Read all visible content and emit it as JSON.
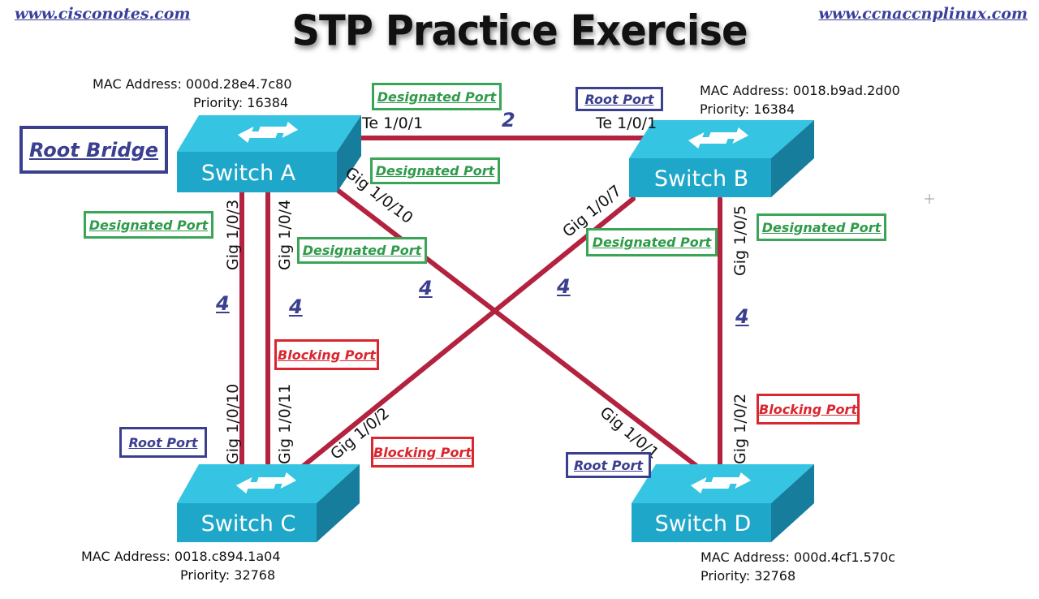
{
  "header": {
    "left_link": "www.cisconotes.com",
    "right_link": "www.ccnaccnplinux.com",
    "title": "STP Practice Exercise"
  },
  "switches": {
    "a": {
      "name": "Switch A",
      "mac": "MAC Address: 000d.28e4.7c80",
      "priority": "Priority: 16384"
    },
    "b": {
      "name": "Switch B",
      "mac": "MAC Address: 0018.b9ad.2d00",
      "priority": "Priority: 16384"
    },
    "c": {
      "name": "Switch C",
      "mac": "MAC Address: 0018.c894.1a04",
      "priority": "Priority: 32768"
    },
    "d": {
      "name": "Switch D",
      "mac": "MAC Address: 000d.4cf1.570c",
      "priority": "Priority: 32768"
    }
  },
  "labels": {
    "root_bridge": "Root Bridge",
    "a_te": "Designated Port",
    "b_te": "Root Port",
    "a_gig10": "Designated Port",
    "a_gig3": "Designated Port",
    "a_gig4": "Designated Port",
    "b_gig7": "Designated Port",
    "b_gig5": "Designated Port",
    "c_gig11": "Blocking Port",
    "c_gig10": "Root Port",
    "c_gig2": "Blocking Port",
    "d_gig2": "Blocking Port",
    "d_gig1": "Root Port"
  },
  "ports": {
    "a_te": "Te 1/0/1",
    "b_te": "Te 1/0/1",
    "a_gig3": "Gig 1/0/3",
    "a_gig4": "Gig 1/0/4",
    "a_gig10": "Gig 1/0/10",
    "b_gig7": "Gig 1/0/7",
    "b_gig5": "Gig 1/0/5",
    "c_gig10": "Gig 1/0/10",
    "c_gig11": "Gig 1/0/11",
    "c_gig2": "Gig 1/0/2",
    "d_gig1": "Gig 1/0/1",
    "d_gig2": "Gig 1/0/2"
  },
  "costs": {
    "ab": "2",
    "ac1": "4",
    "ac2": "4",
    "ad": "4",
    "bc": "4",
    "bd": "4"
  },
  "colors": {
    "link": "#b3223f",
    "switch_top": "#33c3e0",
    "switch_front": "#1fa6c9",
    "switch_side": "#177f9e",
    "designated": "#2f9b4a",
    "root": "#3b3f8f",
    "blocking": "#d9262f"
  }
}
